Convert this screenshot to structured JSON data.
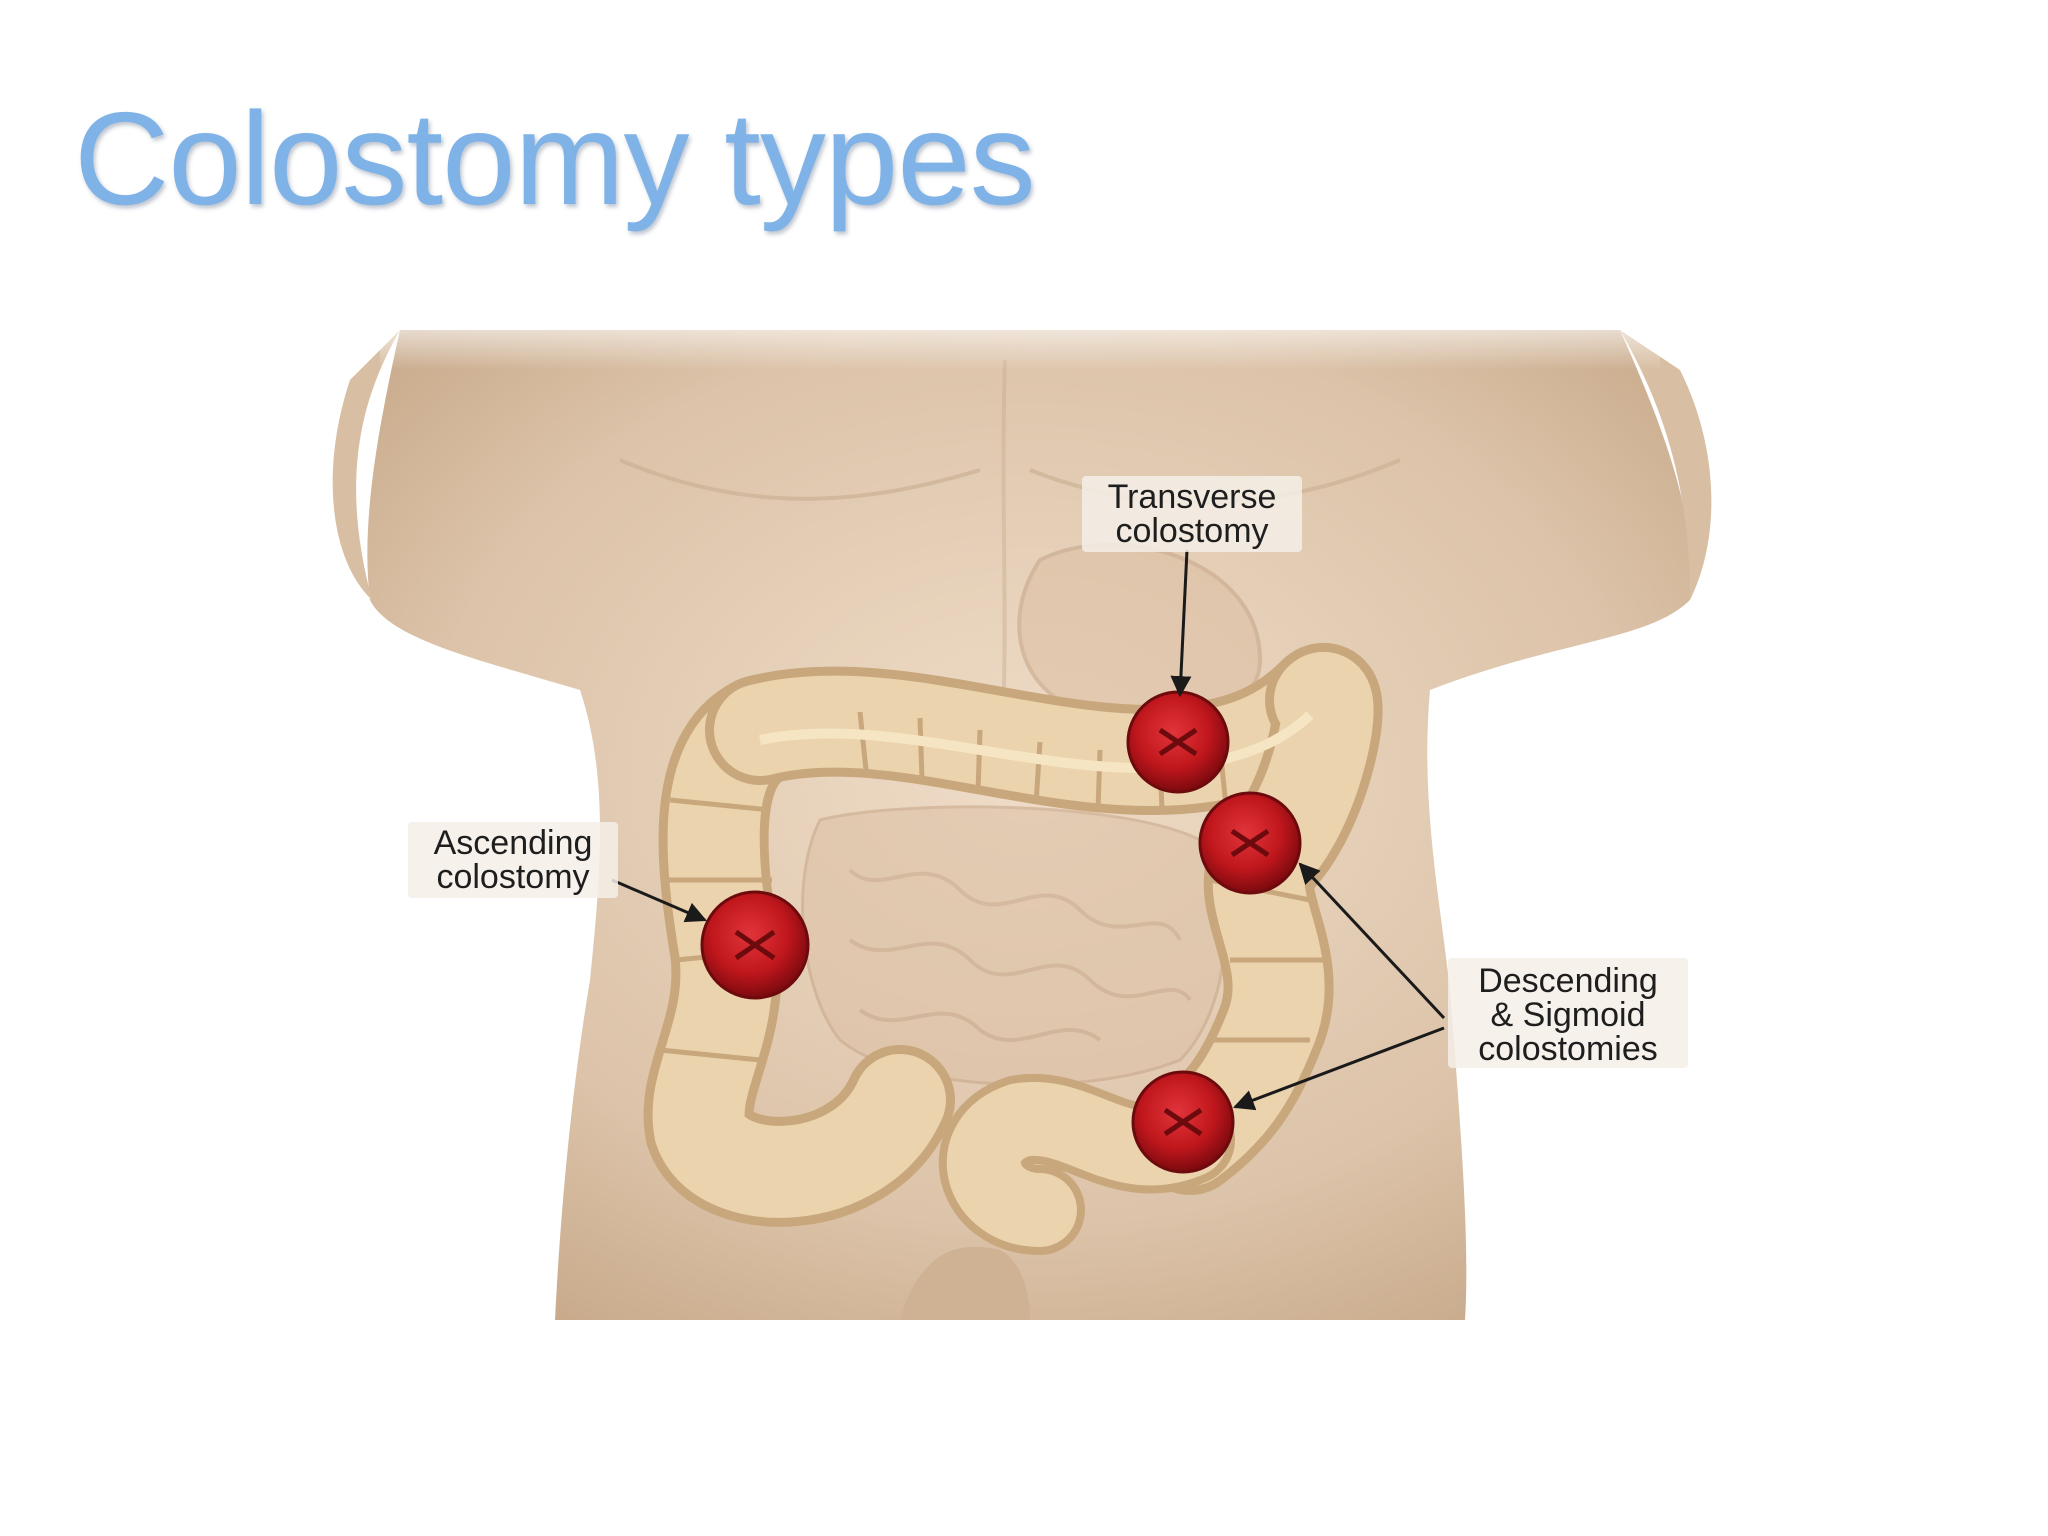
{
  "slide": {
    "title": "Colostomy types"
  },
  "diagram": {
    "labels": {
      "transverse": [
        "Transverse",
        "colostomy"
      ],
      "ascending": [
        "Ascending",
        "colostomy"
      ],
      "descending": [
        "Descending",
        "& Sigmoid",
        "colostomies"
      ]
    }
  },
  "colors": {
    "title": "#7fb2e6",
    "skin": "#e3cdb6",
    "colon": "#ead3ad",
    "stoma": "#c0171d",
    "arrow": "#1a1a1a"
  }
}
